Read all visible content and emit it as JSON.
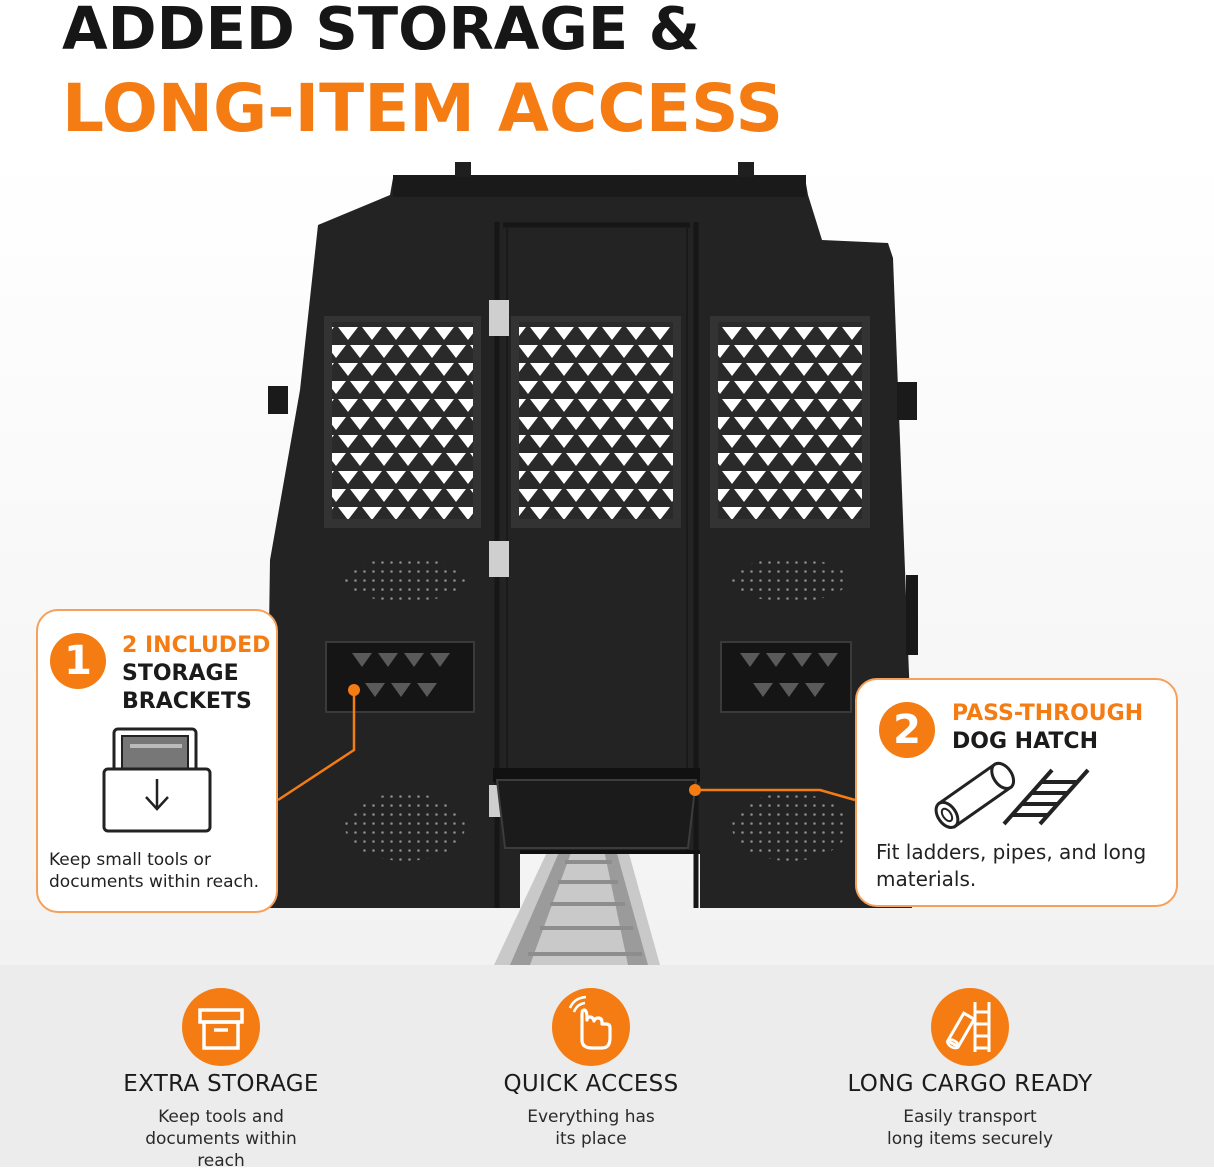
{
  "headline": {
    "line1": "ADDED STORAGE &",
    "line2": "LONG-ITEM ACCESS"
  },
  "callouts": [
    {
      "number": "1",
      "title_accent": "2 INCLUDED",
      "title_lines": [
        "STORAGE",
        "BRACKETS"
      ],
      "icon": "file-folder-download-icon",
      "description": "Keep small tools or documents within reach."
    },
    {
      "number": "2",
      "title_accent": "PASS-THROUGH",
      "title_lines": [
        "DOG HATCH"
      ],
      "icons": [
        "pipe-icon",
        "ladder-icon"
      ],
      "description": "Fit ladders, pipes, and long materials."
    }
  ],
  "features": [
    {
      "icon": "storage-box-icon",
      "title": "EXTRA STORAGE",
      "description": "Keep tools and documents within reach"
    },
    {
      "icon": "hand-tap-icon",
      "title": "QUICK ACCESS",
      "description": "Everything has its place"
    },
    {
      "icon": "pipe-ladder-icon",
      "title": "LONG CARGO READY",
      "description": "Easily transport long items securely"
    }
  ],
  "colors": {
    "accent": "#f47c13",
    "panel": "#232323",
    "band": "#ececec",
    "callout_border": "#f6a05a"
  }
}
